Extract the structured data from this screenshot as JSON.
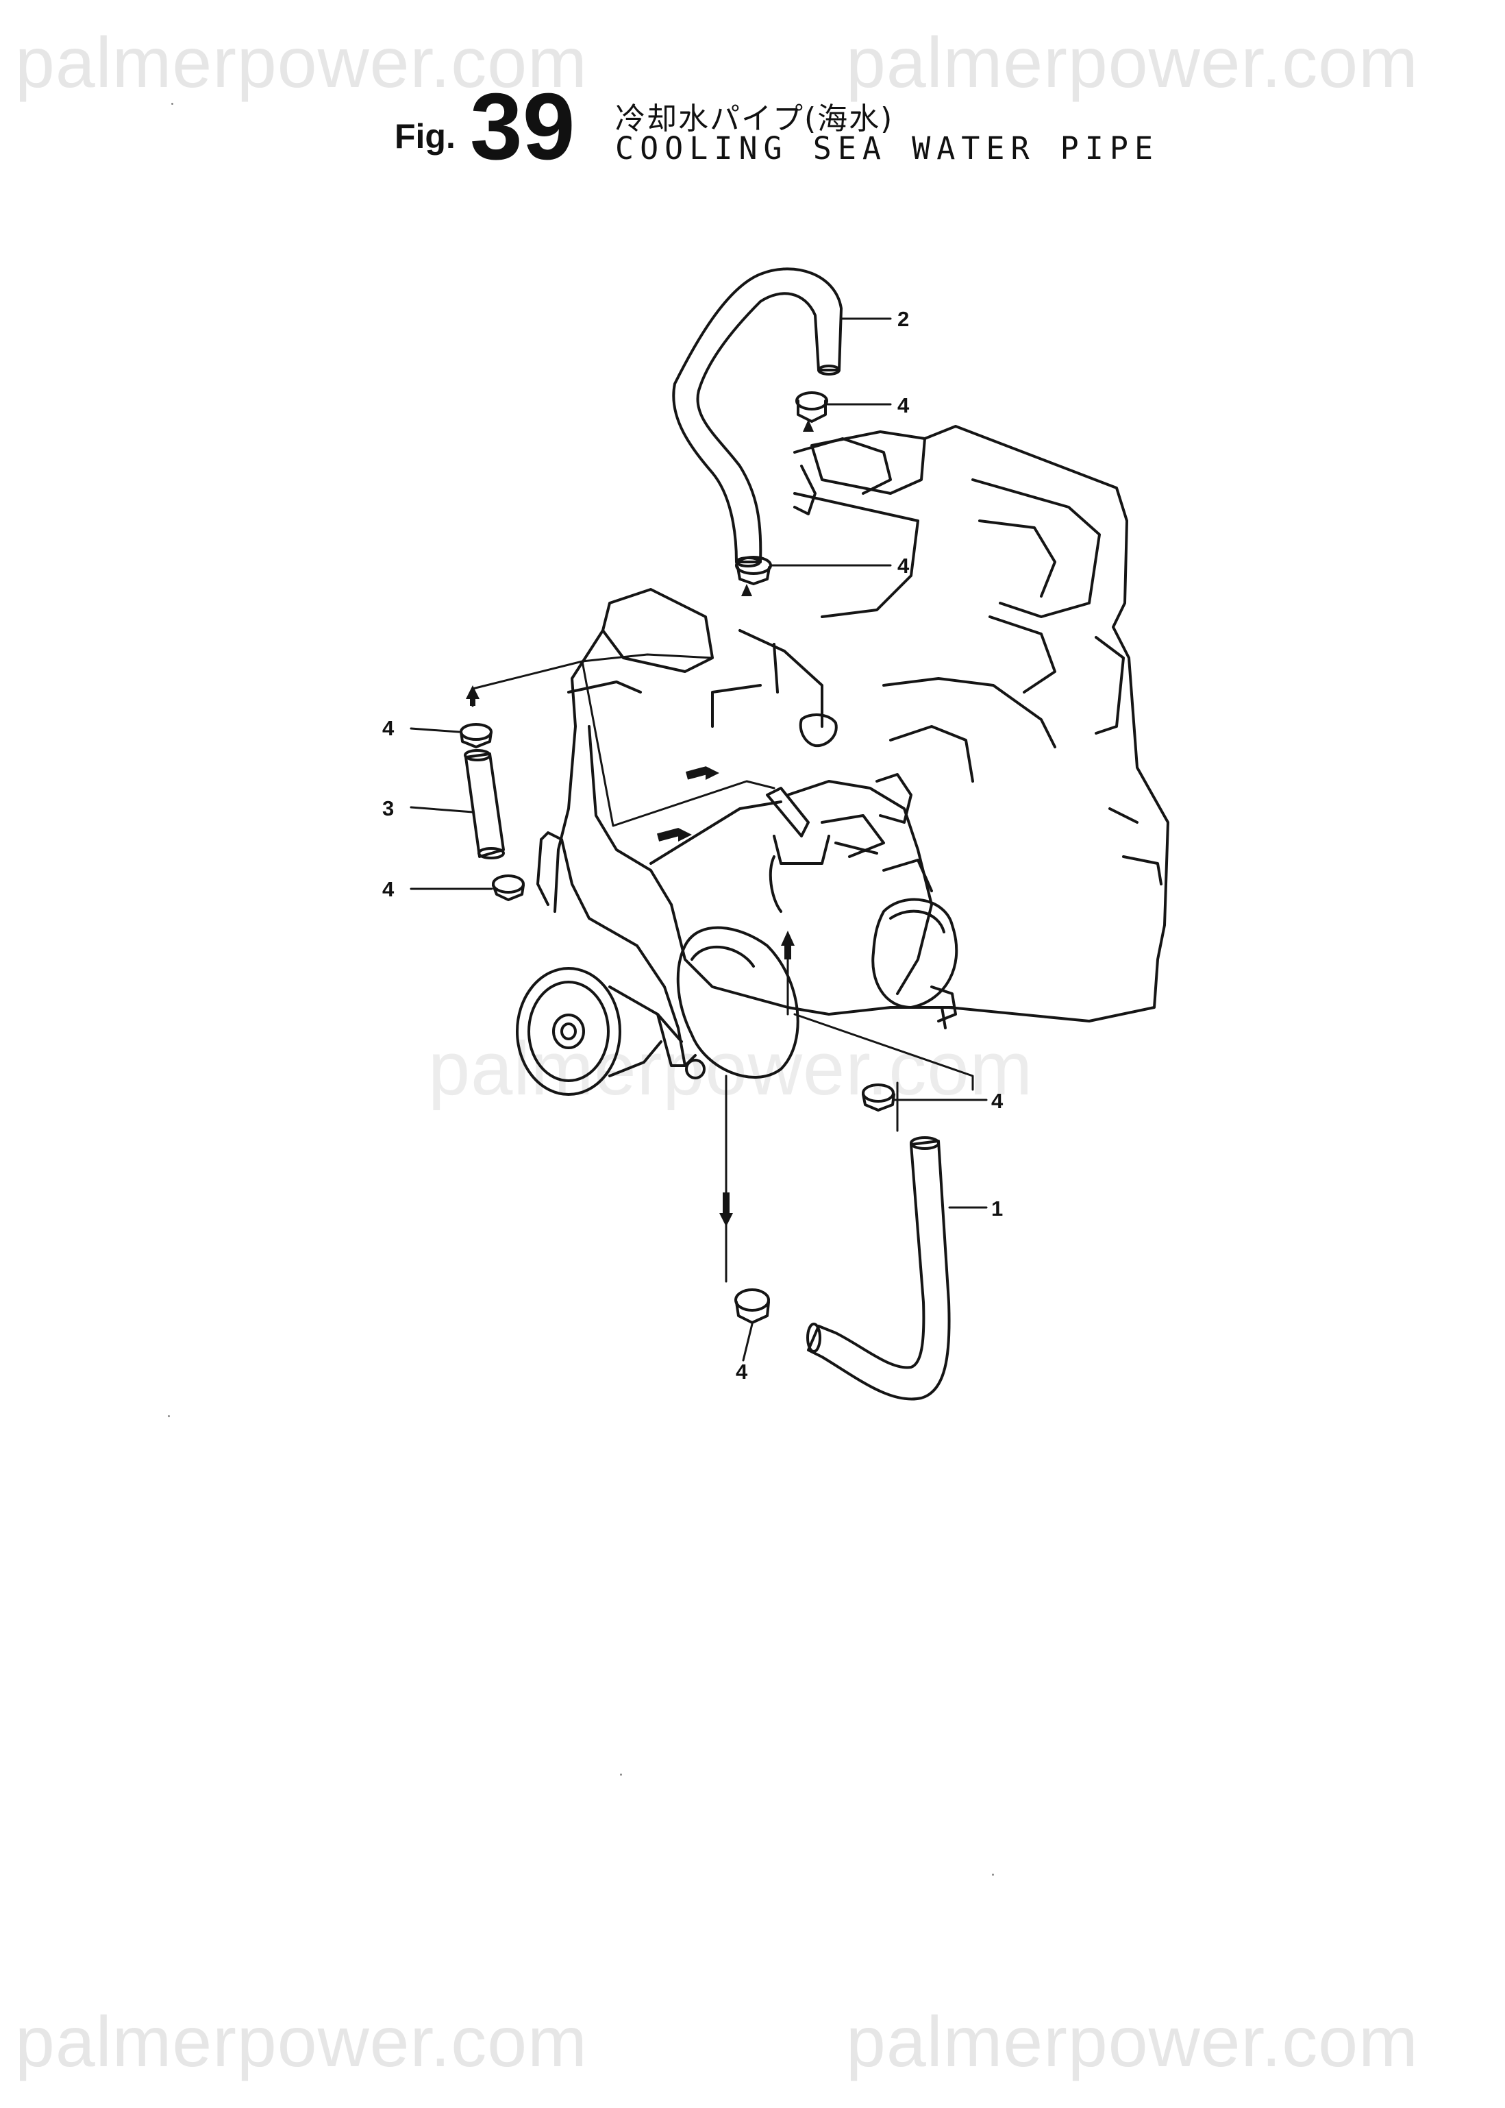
{
  "watermark": {
    "text": "palmerpower.com"
  },
  "header": {
    "fig_prefix": "Fig.",
    "fig_number": "39",
    "title_jp": "冷却水パイプ(海水)",
    "title_en": "COOLING SEA WATER PIPE"
  },
  "callouts": {
    "part_1": "1",
    "part_2": "2",
    "part_3": "3",
    "part_4": "4"
  }
}
